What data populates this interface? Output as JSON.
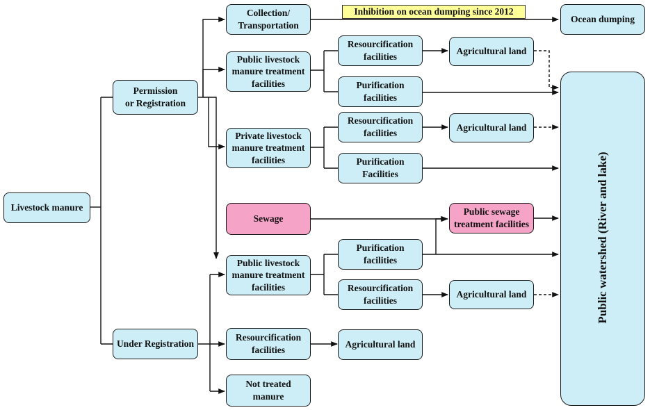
{
  "colors": {
    "node_fill": "#cdeef7",
    "sewage_fill": "#f5a3c7",
    "banner_fill": "#ffff99",
    "line": "#111111"
  },
  "diagram": {
    "nodes": {
      "livestock_manure": "Livestock manure",
      "permission_or_registration": "Permission\nor Registration",
      "under_registration": "Under Registration",
      "collection_transportation": "Collection/\nTransportation",
      "public_treatment_top": "Public livestock\nmanure treatment\nfacilities",
      "private_treatment": "Private livestock\nmanure treatment\nfacilities",
      "sewage": "Sewage",
      "public_treatment_bottom": "Public livestock\nmanure treatment\nfacilities",
      "resourcification_under": "Resourcification\nfacilities",
      "not_treated": "Not treated\nmanure",
      "resourcification_1": "Resourcification\nfacilities",
      "purification_1": "Purification\nfacilities",
      "resourcification_2": "Resourcification\nfacilities",
      "purification_2": "Purification\nFacilities",
      "purification_3": "Purification\nfacilities",
      "resourcification_3": "Resourcification\nfacilities",
      "agricultural_land_under": "Agricultural land",
      "agricultural_land_1": "Agricultural land",
      "agricultural_land_2": "Agricultural land",
      "agricultural_land_3": "Agricultural land",
      "public_sewage_treatment": "Public sewage\ntreatment facilities",
      "ocean_dumping": "Ocean dumping",
      "public_watershed": "Public watershed (River and lake)"
    },
    "banner": "Inhibition on ocean dumping since 2012"
  }
}
